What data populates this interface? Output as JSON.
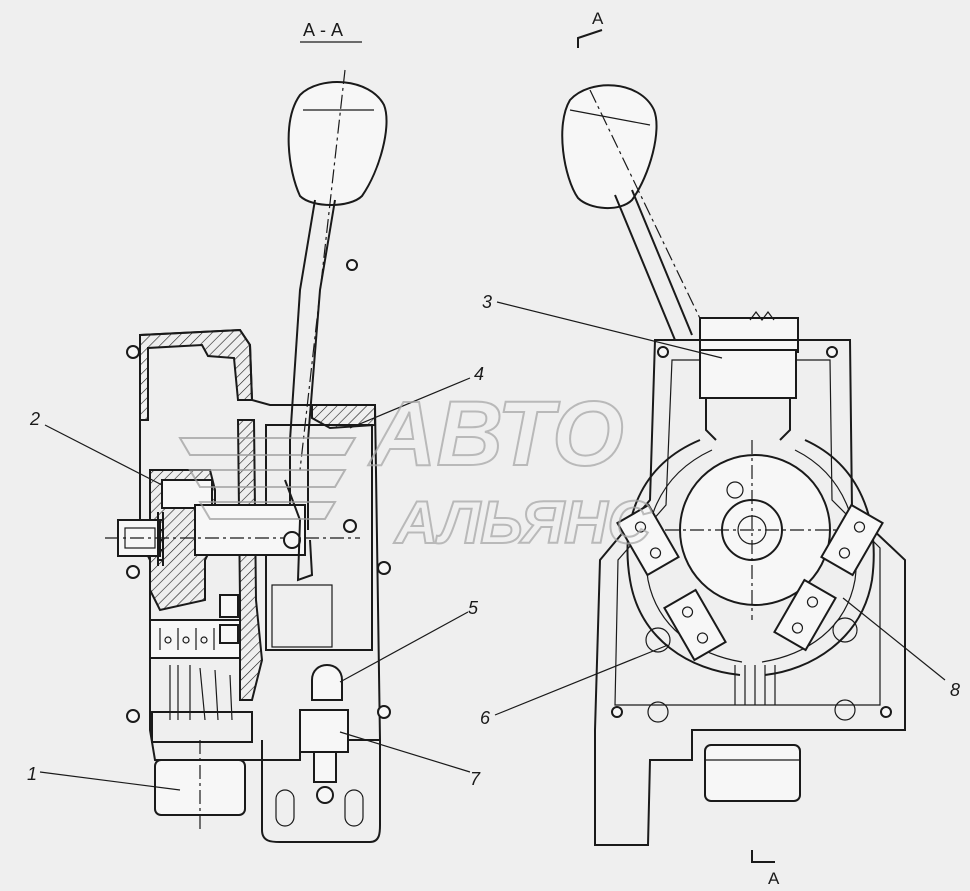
{
  "section_title": "А - А",
  "section_mark_top": "А",
  "section_mark_bottom": "А",
  "callouts": [
    "1",
    "2",
    "3",
    "4",
    "5",
    "6",
    "7",
    "8"
  ],
  "watermark_line1": "АВТО",
  "watermark_line2": "АЛЬЯНС"
}
